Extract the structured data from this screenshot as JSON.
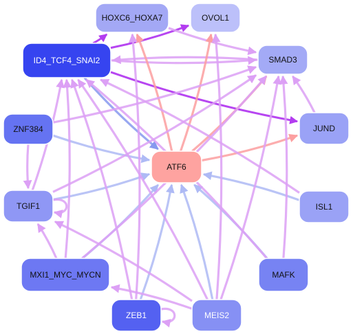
{
  "colors": {
    "edge_purple": "#b33cf0",
    "edge_violet": "#dca0f5",
    "edge_pink": "#fc9fa0",
    "edge_blue": "#8799ef",
    "edge_lightblue": "#aebaf5",
    "node_label_dark": "#111111",
    "node_label_light": "#ffffff",
    "node_stroke": "#ffffff"
  },
  "nodes": [
    {
      "id": "hoxc6_hoxa7",
      "label": "HOXC6_HOXA7",
      "fill": "#a3a8f5",
      "text": "dark"
    },
    {
      "id": "ovol1",
      "label": "OVOL1",
      "fill": "#bcc0fa",
      "text": "dark"
    },
    {
      "id": "id4_tcf4_snai2",
      "label": "ID4_TCF4_SNAI2",
      "fill": "#3644f0",
      "text": "light"
    },
    {
      "id": "smad3",
      "label": "SMAD3",
      "fill": "#a3aaf6",
      "text": "dark"
    },
    {
      "id": "znf384",
      "label": "ZNF384",
      "fill": "#6573f2",
      "text": "dark"
    },
    {
      "id": "jund",
      "label": "JUND",
      "fill": "#9aa2f6",
      "text": "dark"
    },
    {
      "id": "atf6",
      "label": "ATF6",
      "fill": "#fea3a0",
      "text": "dark"
    },
    {
      "id": "tgif1",
      "label": "TGIF1",
      "fill": "#8f97f5",
      "text": "dark"
    },
    {
      "id": "isl1",
      "label": "ISL1",
      "fill": "#9aa2f6",
      "text": "dark"
    },
    {
      "id": "mxi1_myc_mycn",
      "label": "MXI1_MYC_MYCN",
      "fill": "#6d78f3",
      "text": "dark"
    },
    {
      "id": "mafk",
      "label": "MAFK",
      "fill": "#7783f3",
      "text": "dark"
    },
    {
      "id": "zeb1",
      "label": "ZEB1",
      "fill": "#5461f1",
      "text": "light"
    },
    {
      "id": "meis2",
      "label": "MEIS2",
      "fill": "#8690f4",
      "text": "light"
    }
  ],
  "edges": [
    {
      "from": "id4_tcf4_snai2",
      "to": "hoxc6_hoxa7",
      "color": "edge_purple"
    },
    {
      "from": "id4_tcf4_snai2",
      "to": "ovol1",
      "color": "edge_purple"
    },
    {
      "from": "id4_tcf4_snai2",
      "to": "smad3",
      "color": "edge_violet"
    },
    {
      "from": "smad3",
      "to": "id4_tcf4_snai2",
      "color": "edge_violet"
    },
    {
      "from": "id4_tcf4_snai2",
      "to": "jund",
      "color": "edge_purple"
    },
    {
      "from": "id4_tcf4_snai2",
      "to": "atf6",
      "color": "edge_blue"
    },
    {
      "from": "hoxc6_hoxa7",
      "to": "smad3",
      "color": "edge_violet"
    },
    {
      "from": "jund",
      "to": "smad3",
      "color": "edge_violet"
    },
    {
      "from": "atf6",
      "to": "hoxc6_hoxa7",
      "color": "edge_pink"
    },
    {
      "from": "atf6",
      "to": "ovol1",
      "color": "edge_pink"
    },
    {
      "from": "atf6",
      "to": "smad3",
      "color": "edge_pink"
    },
    {
      "from": "atf6",
      "to": "jund",
      "color": "edge_pink"
    },
    {
      "from": "znf384",
      "to": "atf6",
      "color": "edge_lightblue"
    },
    {
      "from": "znf384",
      "to": "smad3",
      "color": "edge_violet"
    },
    {
      "from": "znf384",
      "to": "tgif1",
      "color": "edge_violet"
    },
    {
      "from": "tgif1",
      "to": "id4_tcf4_snai2",
      "color": "edge_violet"
    },
    {
      "from": "tgif1",
      "to": "atf6",
      "color": "edge_lightblue"
    },
    {
      "from": "tgif1",
      "to": "smad3",
      "color": "edge_violet"
    },
    {
      "from": "tgif1",
      "to": "tgif1",
      "color": "edge_violet"
    },
    {
      "from": "isl1",
      "to": "atf6",
      "color": "edge_lightblue"
    },
    {
      "from": "isl1",
      "to": "id4_tcf4_snai2",
      "color": "edge_violet"
    },
    {
      "from": "mxi1_myc_mycn",
      "to": "id4_tcf4_snai2",
      "color": "edge_violet"
    },
    {
      "from": "mxi1_myc_mycn",
      "to": "atf6",
      "color": "edge_lightblue"
    },
    {
      "from": "mxi1_myc_mycn",
      "to": "tgif1",
      "color": "edge_violet"
    },
    {
      "from": "mxi1_myc_mycn",
      "to": "smad3",
      "color": "edge_violet"
    },
    {
      "from": "mafk",
      "to": "atf6",
      "color": "edge_lightblue"
    },
    {
      "from": "mafk",
      "to": "id4_tcf4_snai2",
      "color": "edge_violet"
    },
    {
      "from": "zeb1",
      "to": "zeb1",
      "color": "edge_violet"
    },
    {
      "from": "zeb1",
      "to": "atf6",
      "color": "edge_lightblue"
    },
    {
      "from": "zeb1",
      "to": "hoxc6_hoxa7",
      "color": "edge_violet"
    },
    {
      "from": "zeb1",
      "to": "id4_tcf4_snai2",
      "color": "edge_violet"
    },
    {
      "from": "meis2",
      "to": "atf6",
      "color": "edge_lightblue"
    },
    {
      "from": "meis2",
      "to": "ovol1",
      "color": "edge_violet"
    },
    {
      "from": "meis2",
      "to": "smad3",
      "color": "edge_violet"
    },
    {
      "from": "meis2",
      "to": "id4_tcf4_snai2",
      "color": "edge_violet"
    },
    {
      "from": "meis2",
      "to": "mxi1_myc_mycn",
      "color": "edge_violet"
    },
    {
      "from": "meis2",
      "to": "tgif1",
      "color": "edge_violet"
    },
    {
      "from": "mafk",
      "to": "smad3",
      "color": "edge_violet"
    }
  ]
}
